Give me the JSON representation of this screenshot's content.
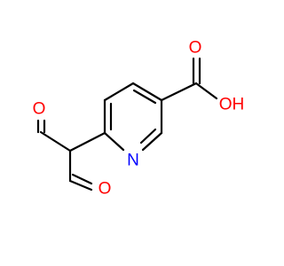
{
  "molecule": {
    "atoms": {
      "oxygen_carbonyl_acid": "O",
      "hydroxyl": "OH",
      "ring_nitrogen": "N",
      "oxygen_aldehyde_top": "O",
      "oxygen_aldehyde_bottom": "O"
    },
    "colors": {
      "bond": "#000000",
      "oxygen": "#ff0000",
      "nitrogen": "#0000ff"
    }
  }
}
